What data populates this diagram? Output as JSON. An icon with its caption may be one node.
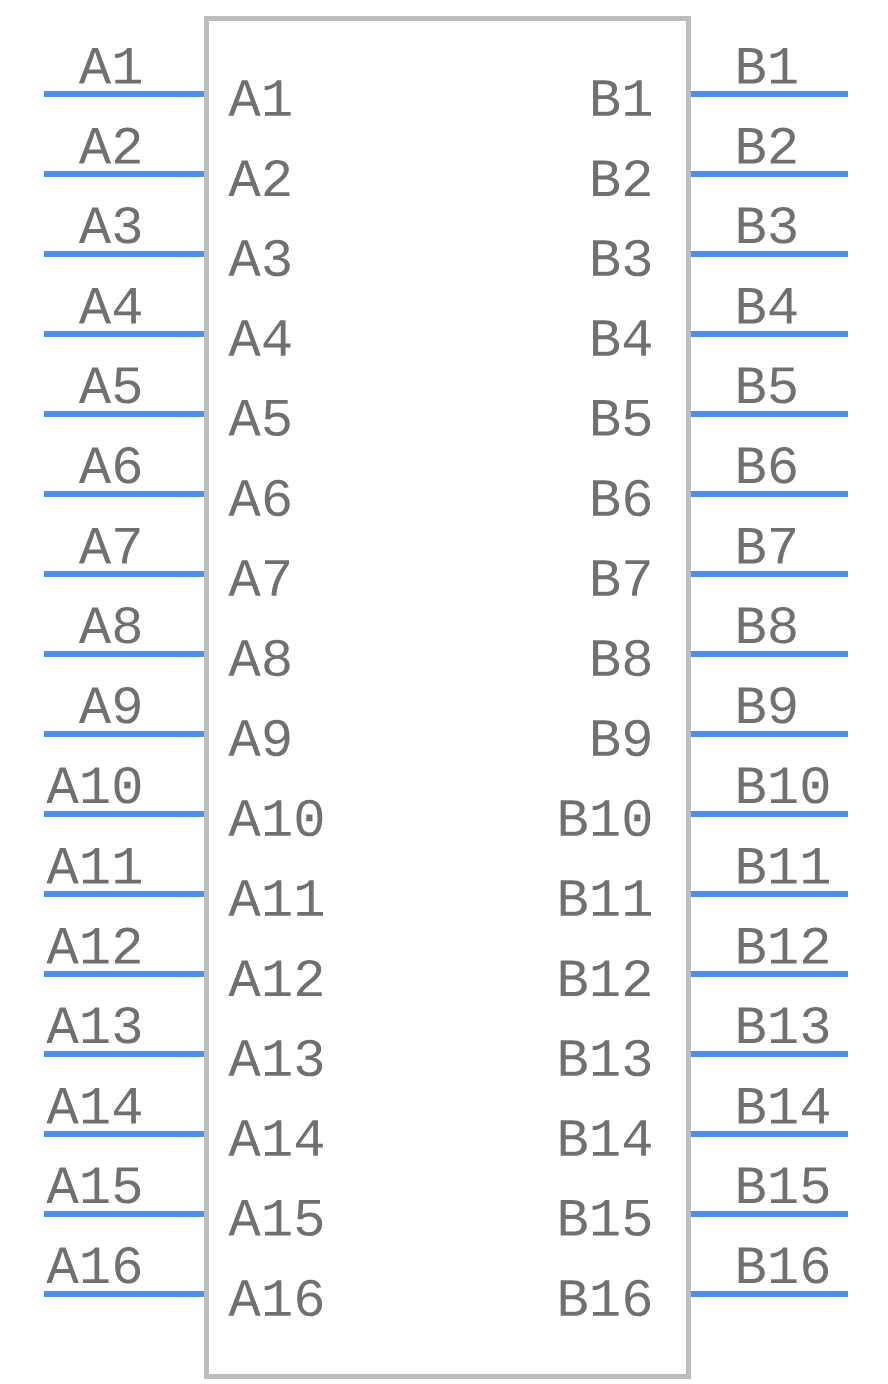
{
  "diagram": {
    "nodes": [
      {
        "text": [
          "A1",
          "A2",
          "A3",
          "A4",
          "A5",
          "A6",
          "A7",
          "A8",
          "A9",
          "A10",
          "A11",
          "A12",
          "A13",
          "A14",
          "A15",
          "A16",
          "B1",
          "B2",
          "B3",
          "B4",
          "B5",
          "B6",
          "B7",
          "B8",
          "B9",
          "B10",
          "B11",
          "B12",
          "B13",
          "B14",
          "B15",
          "B16"
        ]
      }
    ],
    "labels": [
      "A1",
      "A2",
      "A3",
      "A4",
      "A5",
      "A6",
      "A7",
      "A8",
      "A9",
      "A10",
      "A11",
      "A12",
      "A13",
      "A14",
      "A15",
      "A16",
      "B1",
      "B2",
      "B3",
      "B4",
      "B5",
      "B6",
      "B7",
      "B8",
      "B9",
      "B10",
      "B11",
      "B12",
      "B13",
      "B14",
      "B15",
      "B16"
    ]
  }
}
